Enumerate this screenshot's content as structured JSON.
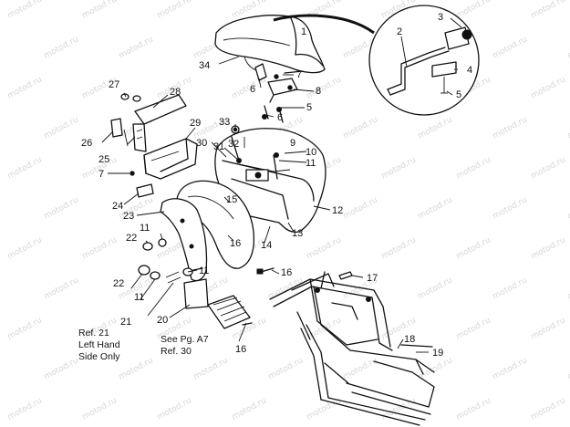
{
  "watermark": "motod.ru",
  "callouts": [
    {
      "id": "c1",
      "text": "1"
    },
    {
      "id": "c2",
      "text": "2"
    },
    {
      "id": "c3",
      "text": "3"
    },
    {
      "id": "c4",
      "text": "4"
    },
    {
      "id": "c5a",
      "text": "5"
    },
    {
      "id": "c5b",
      "text": "5"
    },
    {
      "id": "c6a",
      "text": "6"
    },
    {
      "id": "c6b",
      "text": "6"
    },
    {
      "id": "c7a",
      "text": "7"
    },
    {
      "id": "c7b",
      "text": "7"
    },
    {
      "id": "c8",
      "text": "8"
    },
    {
      "id": "c9",
      "text": "9"
    },
    {
      "id": "c10",
      "text": "10"
    },
    {
      "id": "c11a",
      "text": "11"
    },
    {
      "id": "c11b",
      "text": "11"
    },
    {
      "id": "c11c",
      "text": "11"
    },
    {
      "id": "c11d",
      "text": "11"
    },
    {
      "id": "c12",
      "text": "12"
    },
    {
      "id": "c13",
      "text": "13"
    },
    {
      "id": "c14",
      "text": "14"
    },
    {
      "id": "c15",
      "text": "15"
    },
    {
      "id": "c16a",
      "text": "16"
    },
    {
      "id": "c16b",
      "text": "16"
    },
    {
      "id": "c16c",
      "text": "16"
    },
    {
      "id": "c17",
      "text": "17"
    },
    {
      "id": "c18",
      "text": "18"
    },
    {
      "id": "c19",
      "text": "19"
    },
    {
      "id": "c20",
      "text": "20"
    },
    {
      "id": "c21",
      "text": "21"
    },
    {
      "id": "c22a",
      "text": "22"
    },
    {
      "id": "c22b",
      "text": "22"
    },
    {
      "id": "c23",
      "text": "23"
    },
    {
      "id": "c24",
      "text": "24"
    },
    {
      "id": "c25",
      "text": "25"
    },
    {
      "id": "c26",
      "text": "26"
    },
    {
      "id": "c27",
      "text": "27"
    },
    {
      "id": "c28",
      "text": "28"
    },
    {
      "id": "c29",
      "text": "29"
    },
    {
      "id": "c30",
      "text": "30"
    },
    {
      "id": "c31",
      "text": "31"
    },
    {
      "id": "c32",
      "text": "32"
    },
    {
      "id": "c33",
      "text": "33"
    },
    {
      "id": "c34",
      "text": "34"
    }
  ],
  "notes": {
    "ref21_line1": "Ref. 21",
    "ref21_line2": "Left Hand",
    "ref21_line3": "Side Only",
    "seepg_line1": "See Pg. A7",
    "seepg_line2": "Ref. 30"
  }
}
